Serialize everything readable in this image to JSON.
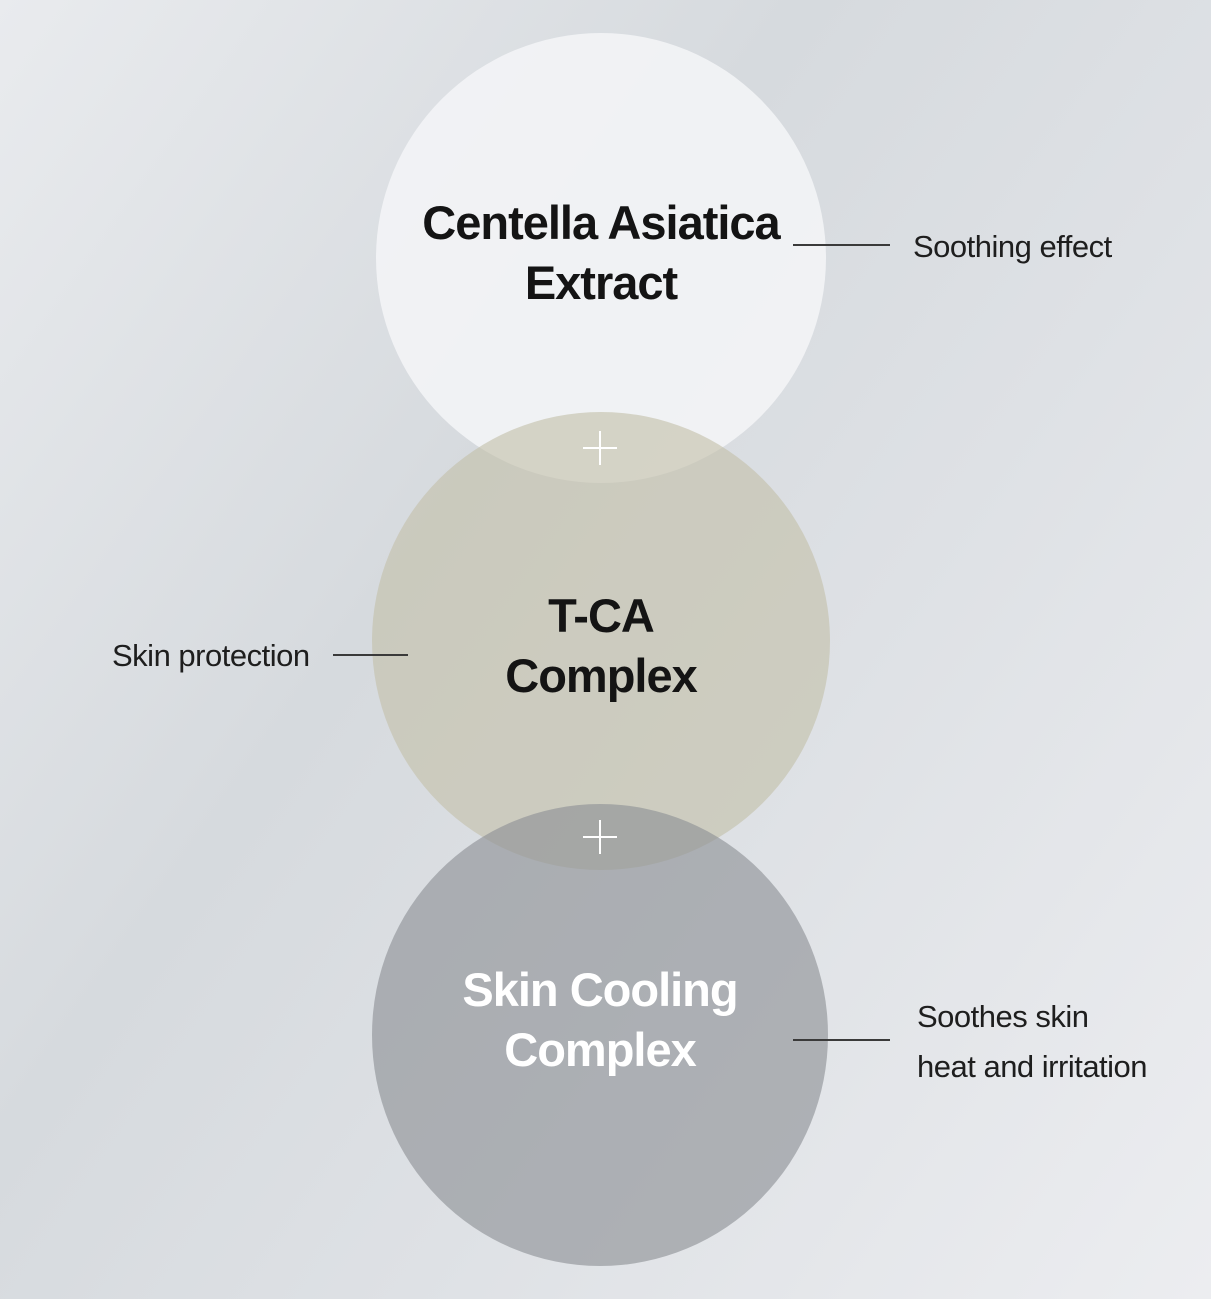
{
  "diagram": {
    "ingredients": [
      {
        "name_lines": [
          "Centella Asiatica",
          "Extract"
        ],
        "benefit_lines": [
          "Soothing effect"
        ]
      },
      {
        "name_lines": [
          "T-CA",
          "Complex"
        ],
        "benefit_lines": [
          "Skin protection"
        ]
      },
      {
        "name_lines": [
          "Skin Cooling",
          "Complex"
        ],
        "benefit_lines": [
          "Soothes skin",
          "heat and irritation"
        ]
      }
    ],
    "separator_icon": "plus-icon",
    "colors": {
      "circle_1_fill": "#f3f4f6",
      "circle_2_fill": "#c4c0aa",
      "circle_3_fill": "#8c8f94",
      "dark_text": "#141414",
      "light_text": "#ffffff",
      "connector": "#3a3a3a"
    }
  }
}
